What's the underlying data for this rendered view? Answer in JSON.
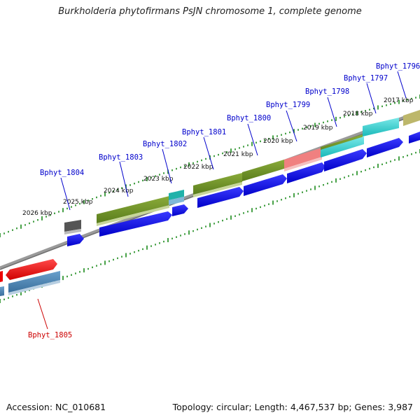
{
  "title": "Burkholderia phytofirmans PsJN chromosome 1, complete genome",
  "footer": {
    "accession": "Accession: NC_010681",
    "summary": "Topology: circular; Length: 4,467,537 bp; Genes: 3,987"
  },
  "colors": {
    "backbone": "#8a8a8a",
    "tick": "#1a8a1a",
    "label_blue": "#0000cc",
    "label_red": "#cc0000",
    "gene_blue": "#0000ee",
    "gene_olive": "#6b8e23",
    "gene_teal": "#20b2aa",
    "gene_cyan": "#40d8d8",
    "gene_salmon": "#f08080",
    "gene_grey": "#555555",
    "gene_red": "#ee0000",
    "gene_steel": "#4682b4",
    "gene_khaki": "#bdb76b"
  },
  "kbp_labels": [
    "2017 kbp",
    "2018 kbp",
    "2019 kbp",
    "2020 kbp",
    "2021 kbp",
    "2022 kbp",
    "2023 kbp",
    "2024 kbp",
    "2025 kbp",
    "2026 kbp"
  ],
  "loci": {
    "bphyt_1796": "Bphyt_1796",
    "bphyt_1797": "Bphyt_1797",
    "bphyt_1798": "Bphyt_1798",
    "bphyt_1799": "Bphyt_1799",
    "bphyt_1800": "Bphyt_1800",
    "bphyt_1801": "Bphyt_1801",
    "bphyt_1802": "Bphyt_1802",
    "bphyt_1803": "Bphyt_1803",
    "bphyt_1804": "Bphyt_1804",
    "bphyt_1805": "Bphyt_1805"
  }
}
